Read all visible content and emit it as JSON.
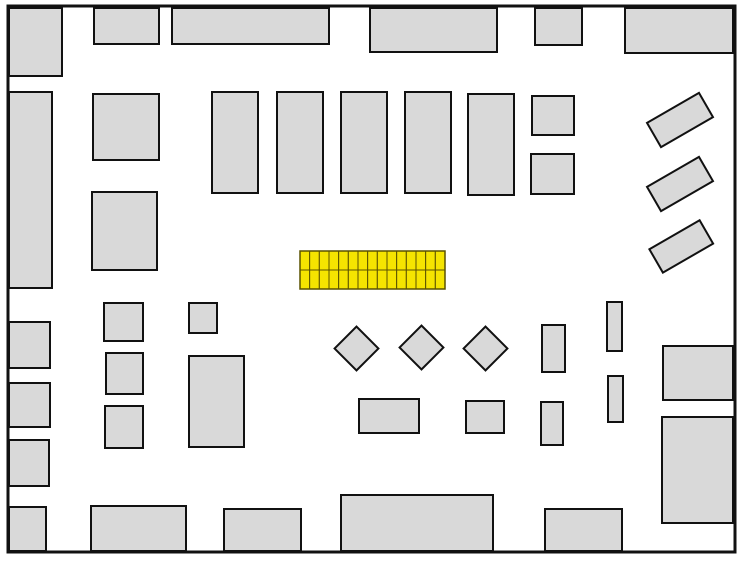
{
  "colors": {
    "background": "#ffffff",
    "block_fill": "#d9d9d9",
    "block_stroke": "#111111",
    "highlight_fill": "#f5e400",
    "highlight_stroke": "#5a5200"
  },
  "highlight": {
    "rows": 2,
    "columns": 15,
    "cell_count": 30
  }
}
